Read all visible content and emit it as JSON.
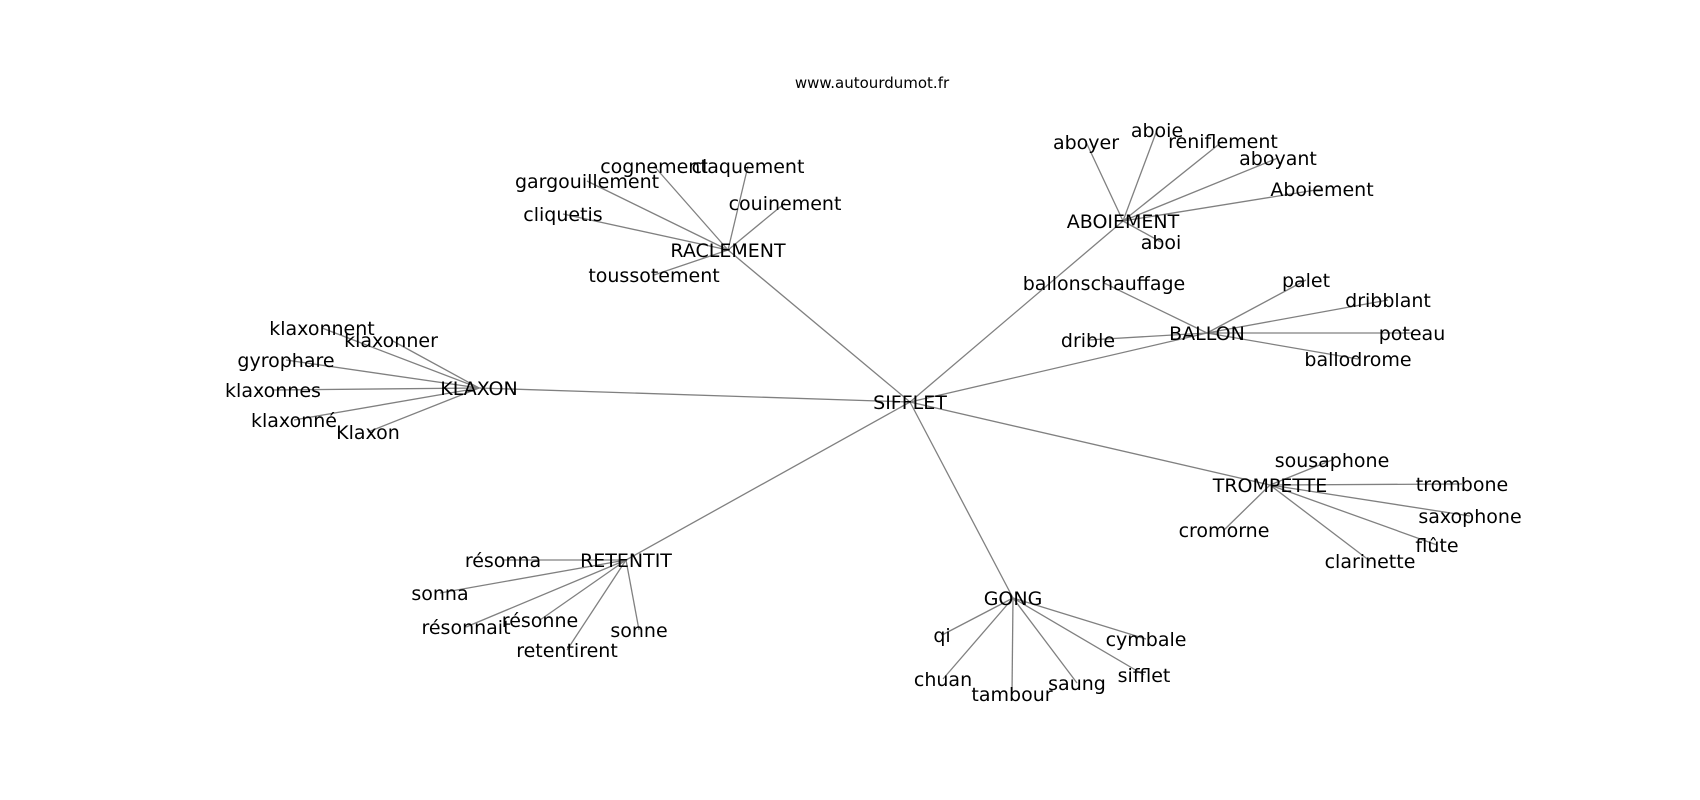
{
  "site_label": "www.autourdumot.fr",
  "center": "SIFFLET",
  "clusters": [
    {
      "hub": "RACLEMENT",
      "words": [
        "cognement",
        "claquement",
        "gargouillement",
        "couinement",
        "cliquetis",
        "toussotement"
      ]
    },
    {
      "hub": "ABOIEMENT",
      "words": [
        "aboyer",
        "aboie",
        "reniflement",
        "aboyant",
        "Aboiement",
        "aboi"
      ]
    },
    {
      "hub": "BALLON",
      "words": [
        "ballonschauffage",
        "palet",
        "dribblant",
        "poteau",
        "drible",
        "ballodrome"
      ]
    },
    {
      "hub": "KLAXON",
      "words": [
        "klaxonnent",
        "klaxonner",
        "gyrophare",
        "klaxonnes",
        "klaxonné",
        "Klaxon"
      ]
    },
    {
      "hub": "TROMPETTE",
      "words": [
        "sousaphone",
        "trombone",
        "saxophone",
        "cromorne",
        "flûte",
        "clarinette"
      ]
    },
    {
      "hub": "RETENTIT",
      "words": [
        "résonna",
        "sonna",
        "résonne",
        "résonnait",
        "sonne",
        "retentirent"
      ]
    },
    {
      "hub": "GONG",
      "words": [
        "qi",
        "cymbale",
        "sifflet",
        "chuan",
        "saung",
        "tambour"
      ]
    }
  ],
  "colors": {
    "edge": "#808080",
    "text": "#000000",
    "background": "#ffffff"
  }
}
